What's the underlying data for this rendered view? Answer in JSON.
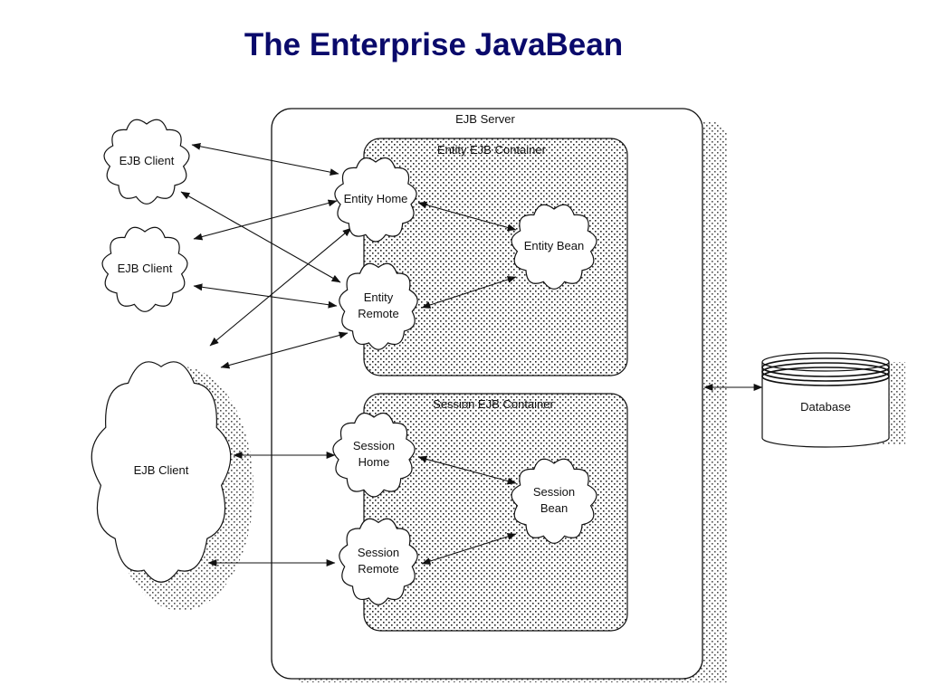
{
  "title": "The Enterprise JavaBean",
  "diagram": {
    "server": {
      "label": "EJB Server"
    },
    "containers": [
      {
        "id": "entity",
        "label": "Entity EJB Container"
      },
      {
        "id": "session",
        "label": "Session EJB Container"
      }
    ],
    "nodes": [
      {
        "id": "client1",
        "lines": [
          "EJB Client"
        ]
      },
      {
        "id": "client2",
        "lines": [
          "EJB Client"
        ]
      },
      {
        "id": "client3",
        "lines": [
          "EJB Client"
        ]
      },
      {
        "id": "entity_home",
        "lines": [
          "Entity Home"
        ]
      },
      {
        "id": "entity_remote",
        "lines": [
          "Entity",
          "Remote"
        ]
      },
      {
        "id": "entity_bean",
        "lines": [
          "Entity Bean"
        ]
      },
      {
        "id": "session_home",
        "lines": [
          "Session",
          "Home"
        ]
      },
      {
        "id": "session_remote",
        "lines": [
          "Session",
          "Remote"
        ]
      },
      {
        "id": "session_bean",
        "lines": [
          "Session",
          "Bean"
        ]
      },
      {
        "id": "database",
        "lines": [
          "Database"
        ]
      }
    ],
    "edges": [
      {
        "from": "client1",
        "to": "entity_home",
        "bidirectional": true
      },
      {
        "from": "client1",
        "to": "entity_remote",
        "bidirectional": true
      },
      {
        "from": "client2",
        "to": "entity_home",
        "bidirectional": true
      },
      {
        "from": "client2",
        "to": "entity_remote",
        "bidirectional": true
      },
      {
        "from": "client3",
        "to": "entity_home",
        "bidirectional": true
      },
      {
        "from": "client3",
        "to": "entity_remote",
        "bidirectional": true
      },
      {
        "from": "client3",
        "to": "session_home",
        "bidirectional": true
      },
      {
        "from": "client3",
        "to": "session_remote",
        "bidirectional": true
      },
      {
        "from": "entity_home",
        "to": "entity_bean",
        "bidirectional": true
      },
      {
        "from": "entity_remote",
        "to": "entity_bean",
        "bidirectional": true
      },
      {
        "from": "session_home",
        "to": "session_bean",
        "bidirectional": true
      },
      {
        "from": "session_remote",
        "to": "session_bean",
        "bidirectional": true
      },
      {
        "from": "server",
        "to": "database",
        "bidirectional": true
      }
    ]
  }
}
